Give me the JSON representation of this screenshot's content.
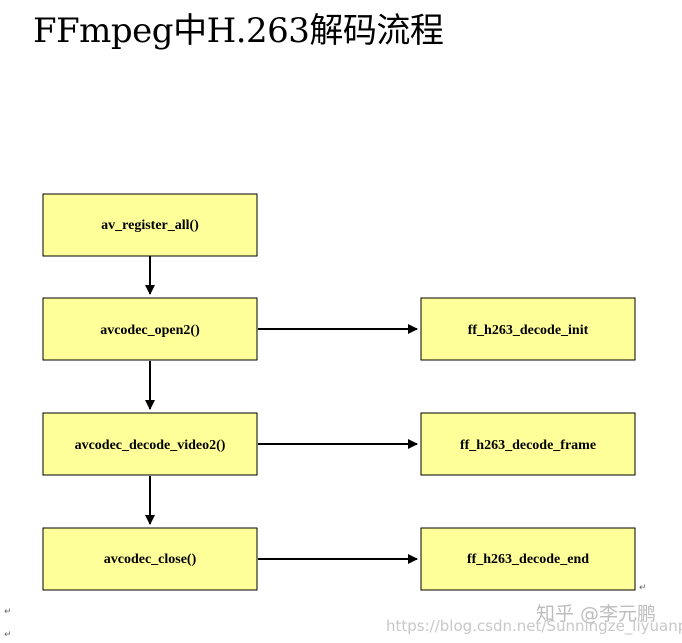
{
  "title": "FFmpeg中H.263解码流程",
  "diagram": {
    "box_fill": "#ffff99",
    "box_stroke": "#000000",
    "nodes": {
      "av_register_all": "av_register_all()",
      "avcodec_open2": "avcodec_open2()",
      "avcodec_decode_video2": "avcodec_decode_video2()",
      "avcodec_close": "avcodec_close()",
      "ff_h263_decode_init": "ff_h263_decode_init",
      "ff_h263_decode_frame": "ff_h263_decode_frame",
      "ff_h263_decode_end": "ff_h263_decode_end"
    },
    "edges": [
      {
        "from": "av_register_all",
        "to": "avcodec_open2"
      },
      {
        "from": "avcodec_open2",
        "to": "avcodec_decode_video2"
      },
      {
        "from": "avcodec_decode_video2",
        "to": "avcodec_close"
      },
      {
        "from": "avcodec_open2",
        "to": "ff_h263_decode_init"
      },
      {
        "from": "avcodec_decode_video2",
        "to": "ff_h263_decode_frame"
      },
      {
        "from": "avcodec_close",
        "to": "ff_h263_decode_end"
      }
    ]
  },
  "paragraph_mark": "↵",
  "watermark": {
    "logo": "知乎 @李元鹏",
    "url": "https://blog.csdn.net/Sunningze_liyuanpeng"
  }
}
